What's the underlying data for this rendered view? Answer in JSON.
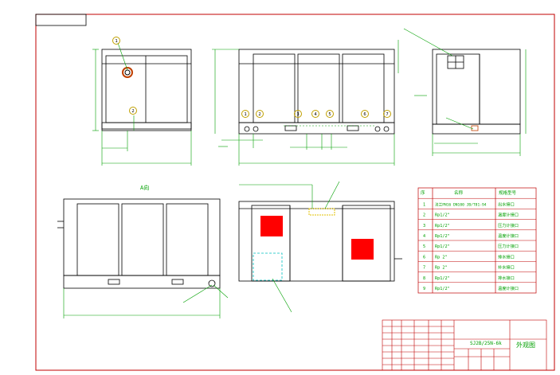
{
  "drawing": {
    "view_label_aa": "A向",
    "balloons": [
      "1",
      "2",
      "3",
      "4",
      "5",
      "6",
      "7"
    ],
    "colors": {
      "frame": "#c00000",
      "outline": "#000000",
      "dim": "#00a000",
      "balloon": "#c0a000",
      "red_fill": "#ff0000",
      "cyan_dash": "#00c0c0"
    }
  },
  "legend_table": {
    "headers": [
      "序",
      "名称",
      "规格型号"
    ],
    "rows": [
      {
        "no": "1",
        "name": "法兰PN16 DN100 JB/T81-94",
        "spec": "出水接口"
      },
      {
        "no": "2",
        "name": "Rp1/2\"",
        "spec": "温度计接口"
      },
      {
        "no": "3",
        "name": "Rp1/2\"",
        "spec": "压力计接口"
      },
      {
        "no": "4",
        "name": "Rp1/2\"",
        "spec": "温度计接口"
      },
      {
        "no": "5",
        "name": "Rp1/2\"",
        "spec": "压力计接口"
      },
      {
        "no": "6",
        "name": "Rp 2\"",
        "spec": "排水接口"
      },
      {
        "no": "7",
        "name": "Rp 2\"",
        "spec": "补水接口"
      },
      {
        "no": "8",
        "name": "Rp1/2\"",
        "spec": "排水接口"
      },
      {
        "no": "9",
        "name": "Rp1/2\"",
        "spec": "温度计接口"
      }
    ]
  },
  "title_block": {
    "model": "SJ2B/25N-6k",
    "drawing_name": "外观图"
  }
}
